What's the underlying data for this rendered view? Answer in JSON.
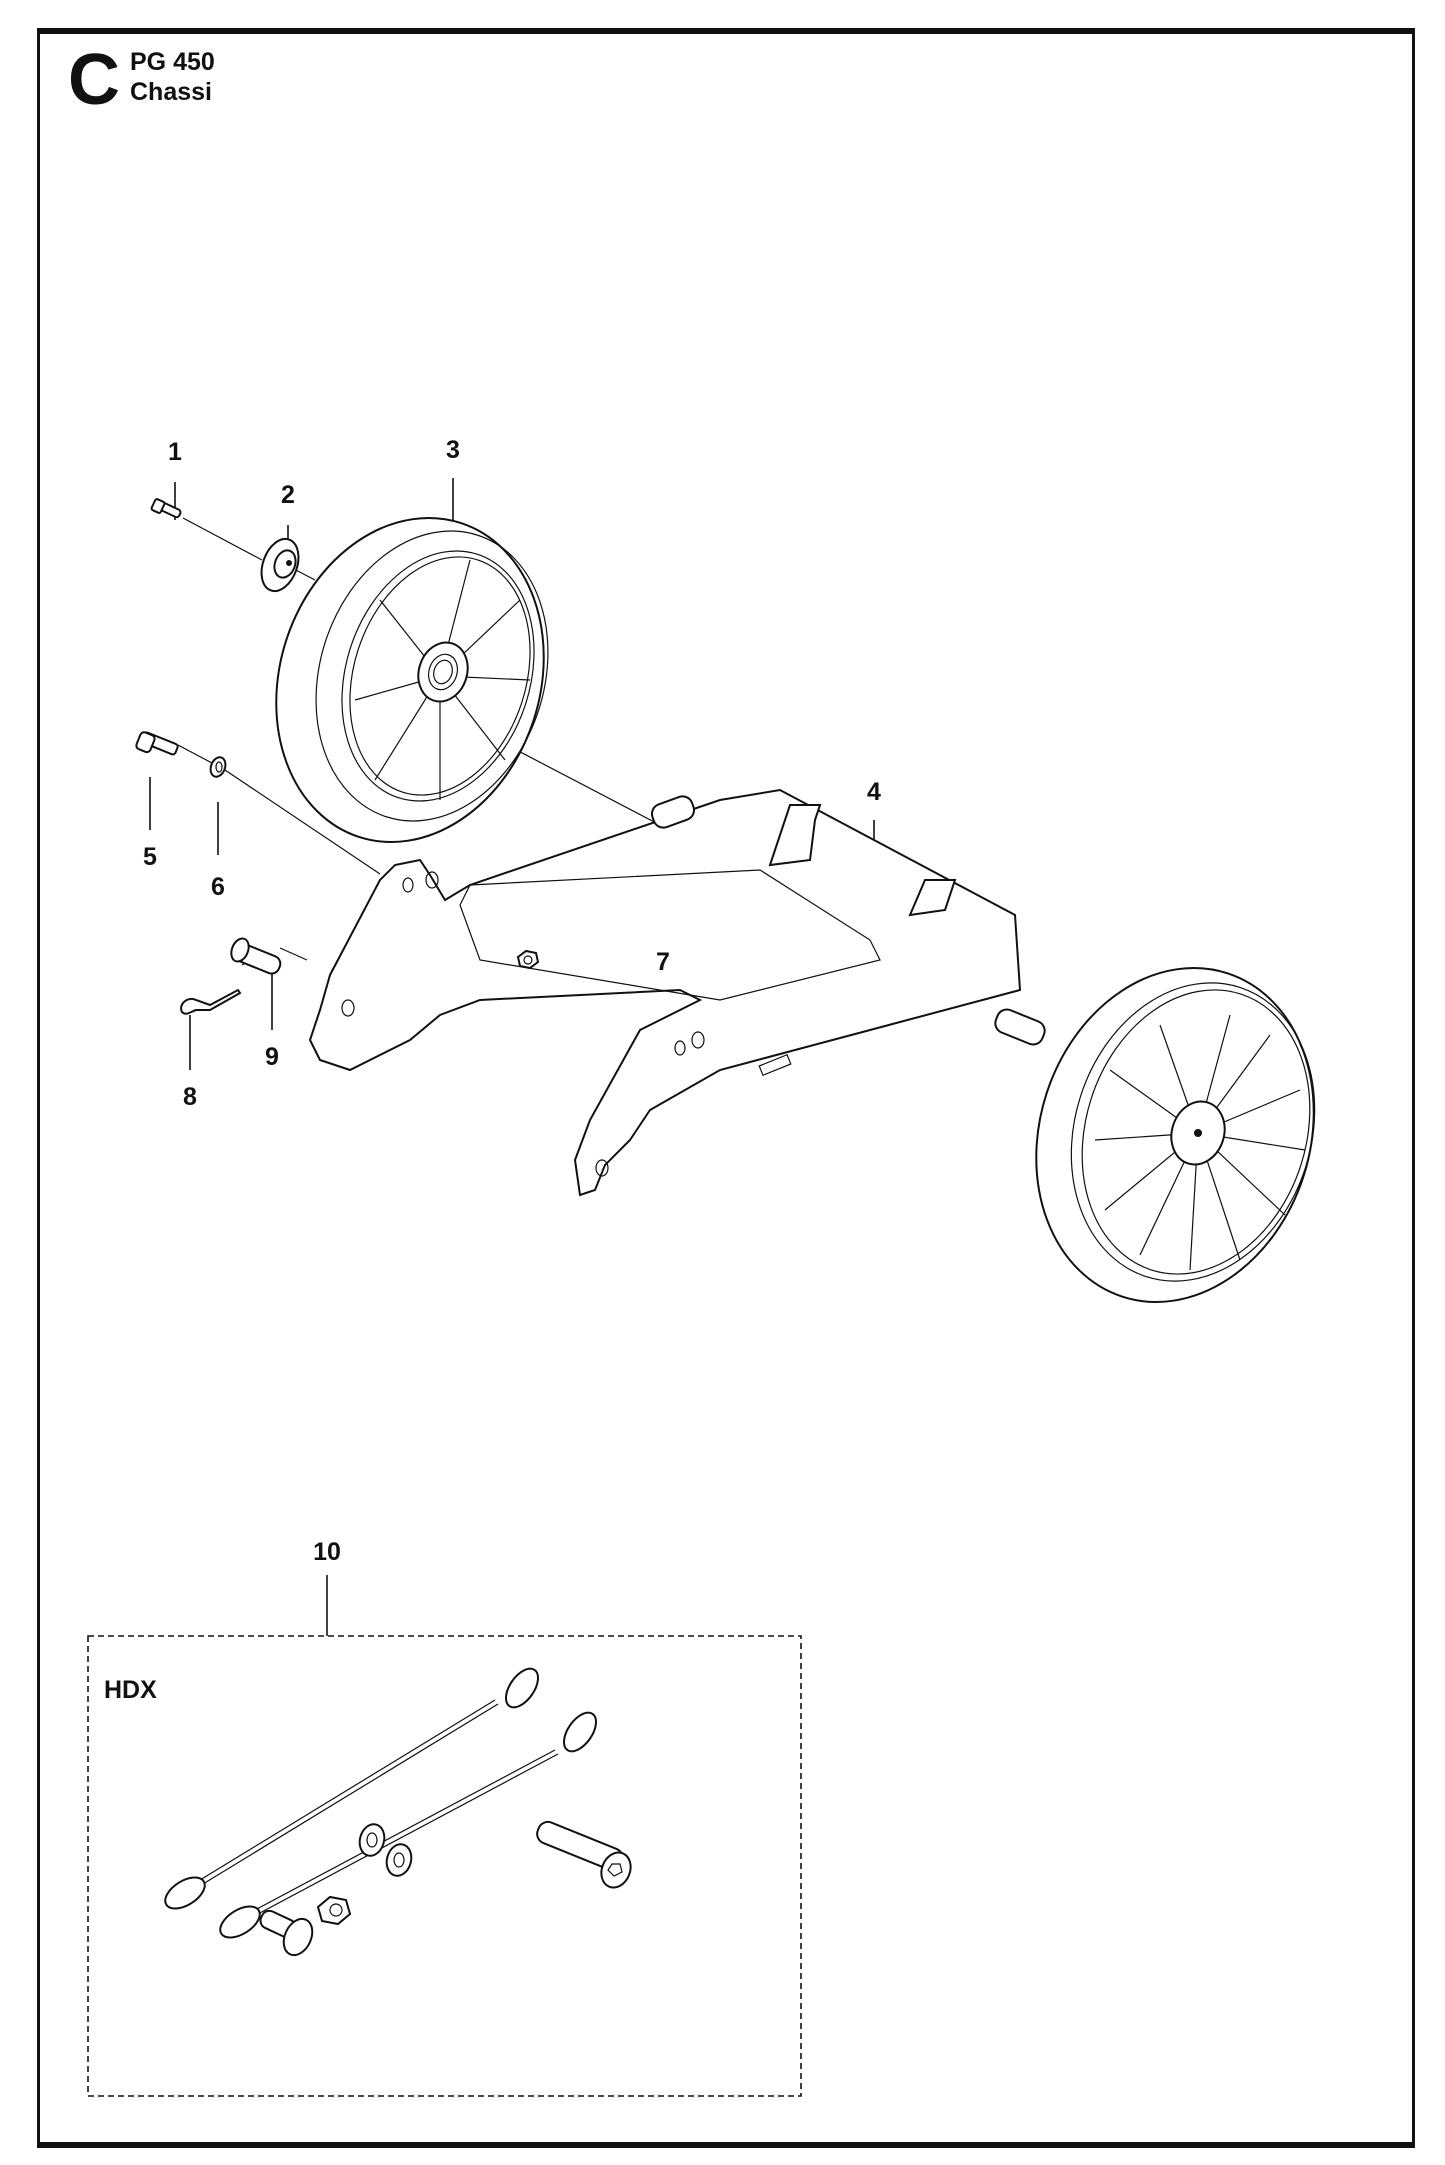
{
  "header": {
    "section_letter": "C",
    "model": "PG 450",
    "title": "Chassi"
  },
  "callouts": [
    {
      "number": "1",
      "part": "screw"
    },
    {
      "number": "2",
      "part": "washer-cap"
    },
    {
      "number": "3",
      "part": "wheel"
    },
    {
      "number": "4",
      "part": "chassis-frame"
    },
    {
      "number": "5",
      "part": "bolt"
    },
    {
      "number": "6",
      "part": "washer"
    },
    {
      "number": "7",
      "part": "nut"
    },
    {
      "number": "8",
      "part": "spring-pin"
    },
    {
      "number": "9",
      "part": "clevis-pin"
    },
    {
      "number": "10",
      "part": "hdx-kit"
    }
  ],
  "kit": {
    "label": "HDX",
    "contents": [
      "cable-1",
      "cable-2",
      "socket-screw",
      "washer-1",
      "washer-2",
      "nut",
      "flange-screw"
    ]
  },
  "colors": {
    "ink": "#111111",
    "background": "#ffffff"
  }
}
